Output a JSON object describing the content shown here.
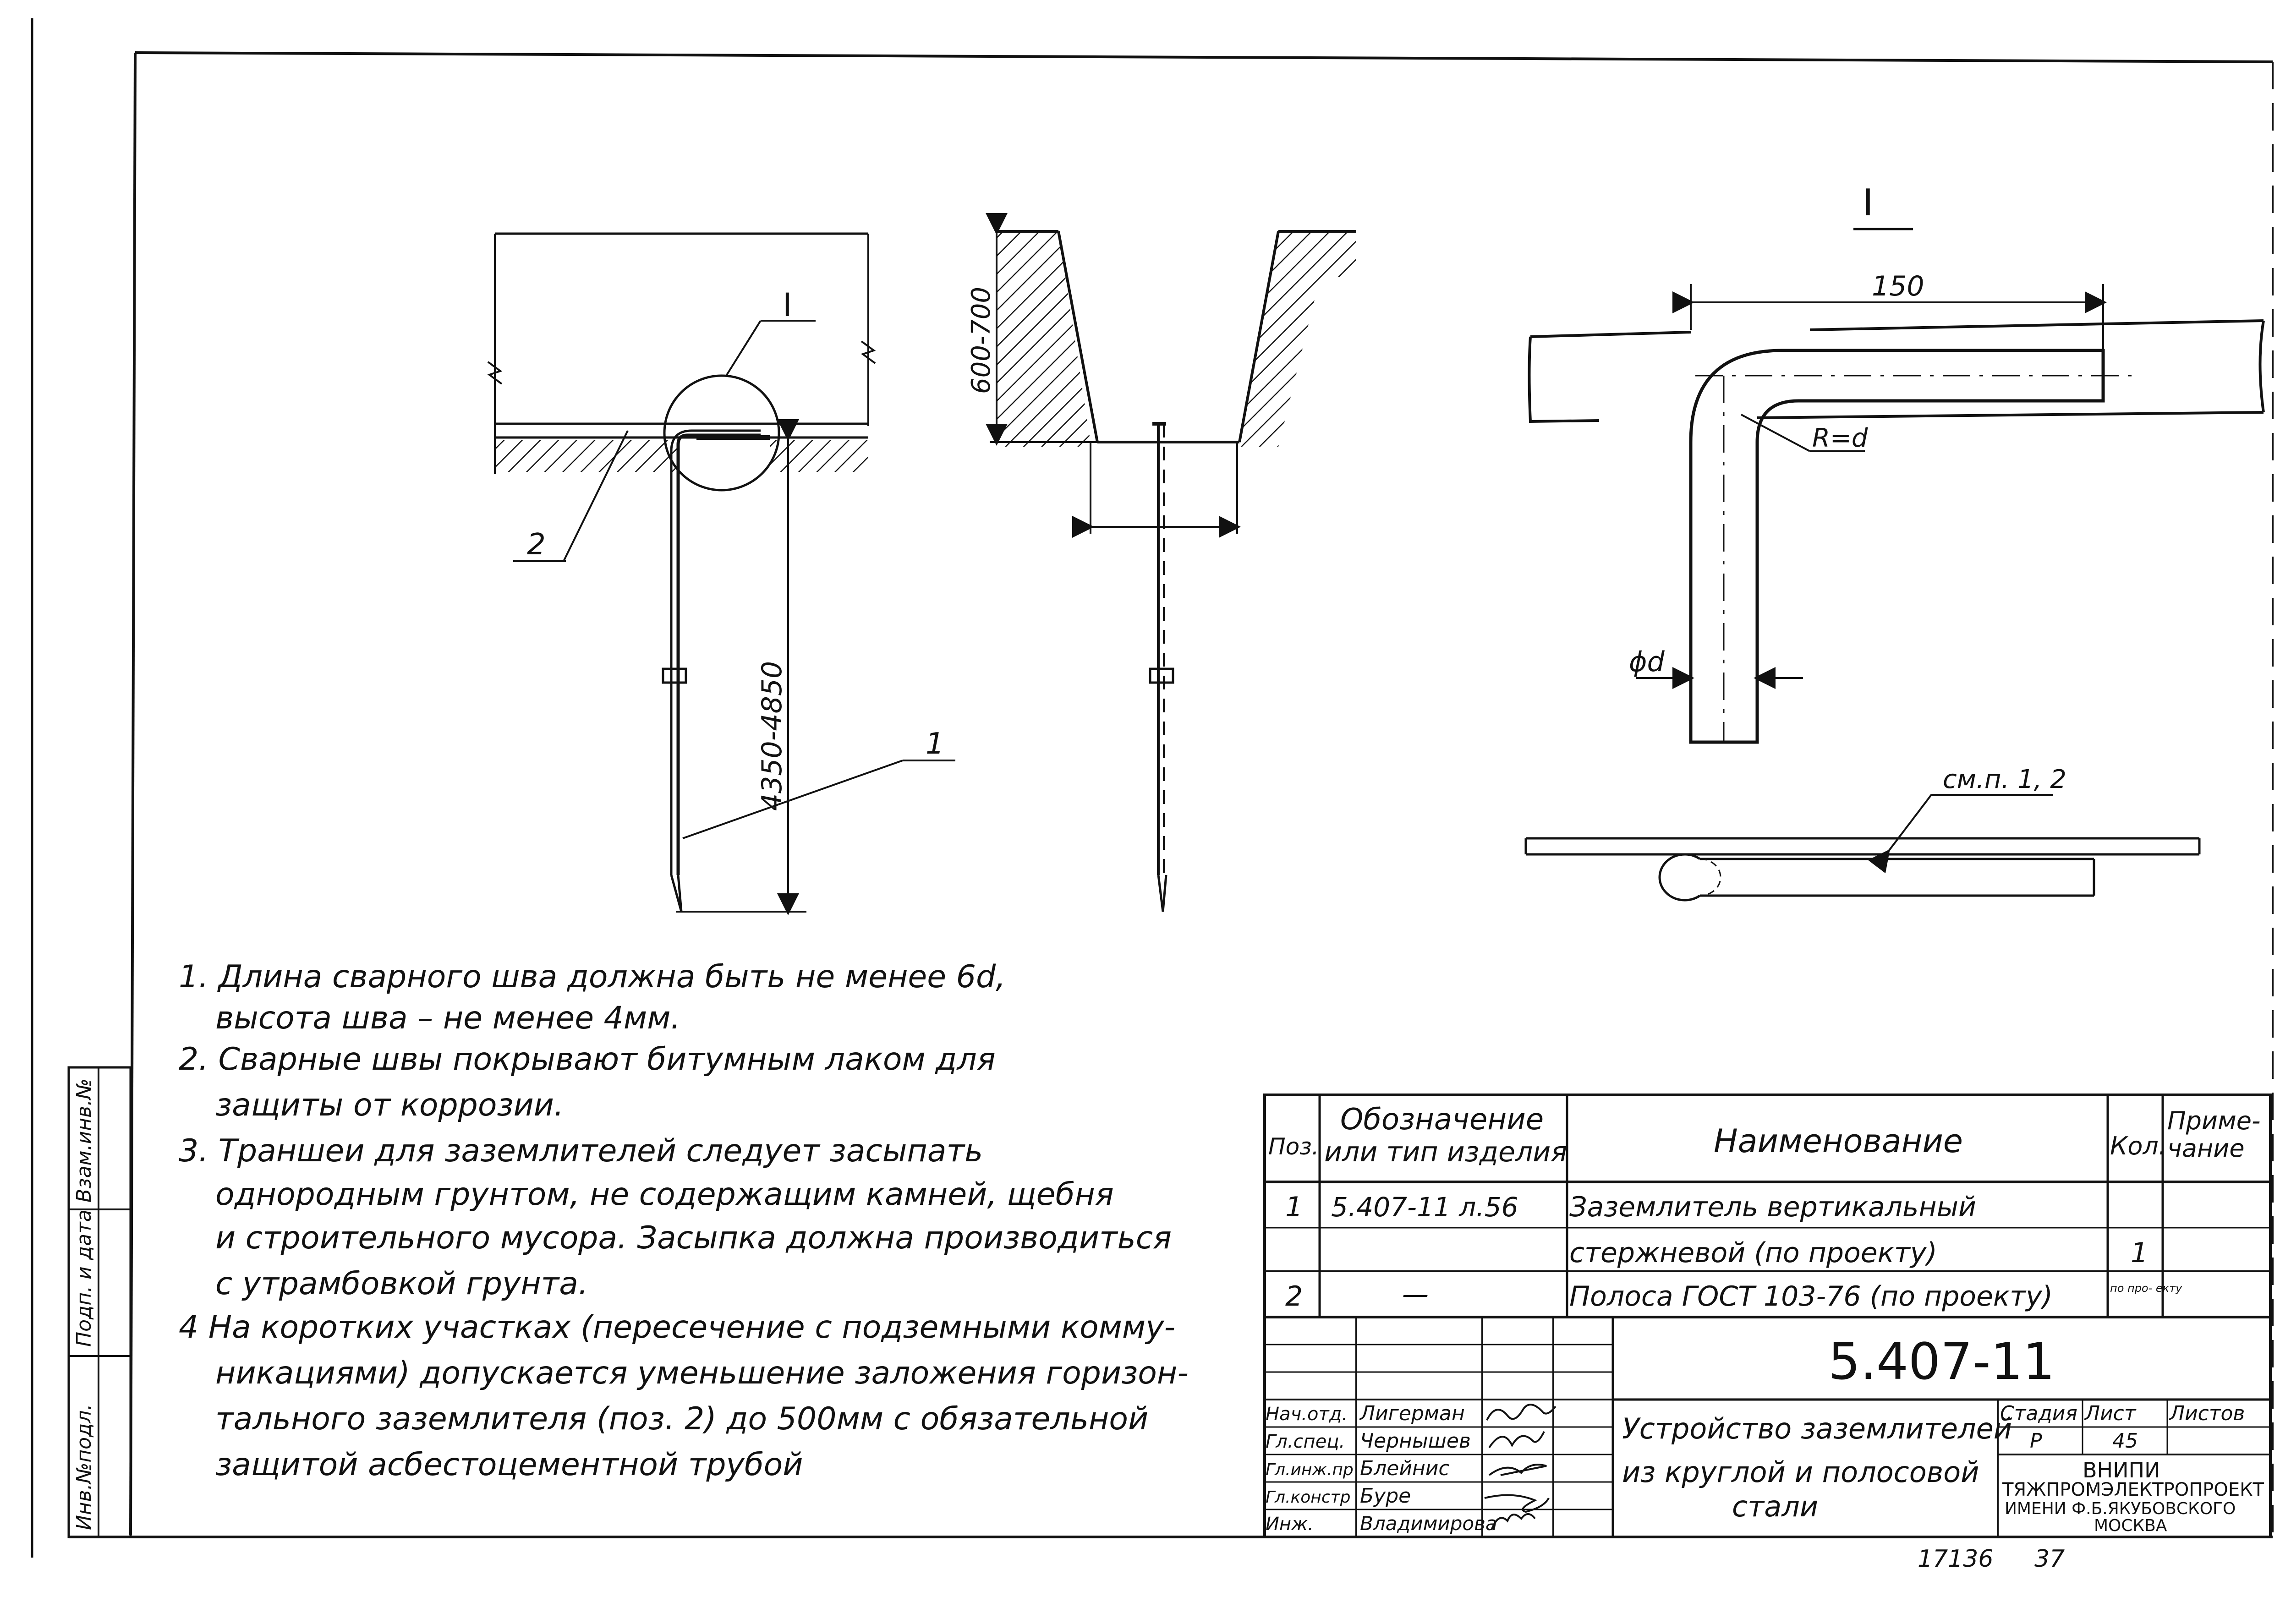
{
  "drawing": {
    "detail_mark": "I",
    "detail_mark_top": "I",
    "dim_depth": "600-700",
    "dim_length": "4350-4850",
    "callout_1": "1",
    "callout_2": "2",
    "dim_150": "150",
    "radius_label": "R=d",
    "diameter_label": "ϕd",
    "weld_ref": "см.п. 1, 2"
  },
  "notes": [
    "1. Длина сварного шва должна быть не менее 6d,",
    "высота шва – не менее 4мм.",
    "2. Сварные швы покрывают битумным лаком для",
    "защиты от коррозии.",
    "3. Траншеи для заземлителей следует засыпать",
    "однородным грунтом, не содержащим камней, щебня",
    "и строительного мусора. Засыпка должна производиться",
    "с утрамбовкой грунта.",
    "4 На коротких участках (пересечение с подземными комму-",
    "никациями) допускается уменьшение заложения горизон-",
    "тального заземлителя (поз. 2) до 500мм с обязательной",
    "защитой асбестоцементной трубой"
  ],
  "spec_table": {
    "headers": {
      "pos": "Поз.",
      "designation": "Обозначение или тип изделия",
      "designation_l1": "Обозначение",
      "designation_l2": "или тип изделия",
      "name": "Наименование",
      "qty": "Кол.",
      "note": "Приме- чание",
      "note_l1": "Приме-",
      "note_l2": "чание"
    },
    "rows": [
      {
        "pos": "1",
        "designation": "5.407-11 л.56",
        "name_l1": "Заземлитель вертикальный",
        "name_l2": "стержневой (по проекту)",
        "qty": "1"
      },
      {
        "pos": "2",
        "designation": "—",
        "name_l1": "Полоса ГОСТ 103-76 (по проекту)",
        "qty": "по про- екту"
      }
    ]
  },
  "title_block": {
    "doc_number": "5.407-11",
    "title": "Устройство заземлителей из круглой и полосовой стали",
    "title_l1": "Устройство заземлителей",
    "title_l2": "из круглой и полосовой",
    "title_l3": "стали",
    "stage_label": "Стадия",
    "sheet_label": "Лист",
    "sheets_label": "Листов",
    "stage": "Р",
    "sheet": "45",
    "org_l1": "ВНИПИ",
    "org_l2": "ТЯЖПРОМЭЛЕКТРОПРОЕКТ",
    "org_l3": "ИМЕНИ Ф.Б.ЯКУБОВСКОГО",
    "org_l4": "МОСКВА",
    "staff": [
      {
        "role": "Нач.отд.",
        "name": "Лигерман"
      },
      {
        "role": "Гл.спец.",
        "name": "Чернышев"
      },
      {
        "role": "Гл.инж.пр",
        "name": "Блейнис"
      },
      {
        "role": "Гл.констр",
        "name": "Буре"
      },
      {
        "role": "Инж.",
        "name": "Владимирова"
      }
    ]
  },
  "side_stamp": {
    "inv_no": "Инв.№подл.",
    "sign_date": "Подп. и дата",
    "replace_inv": "Взам.инв.№"
  },
  "footer": {
    "archive_no": "17136",
    "page_no": "37"
  }
}
